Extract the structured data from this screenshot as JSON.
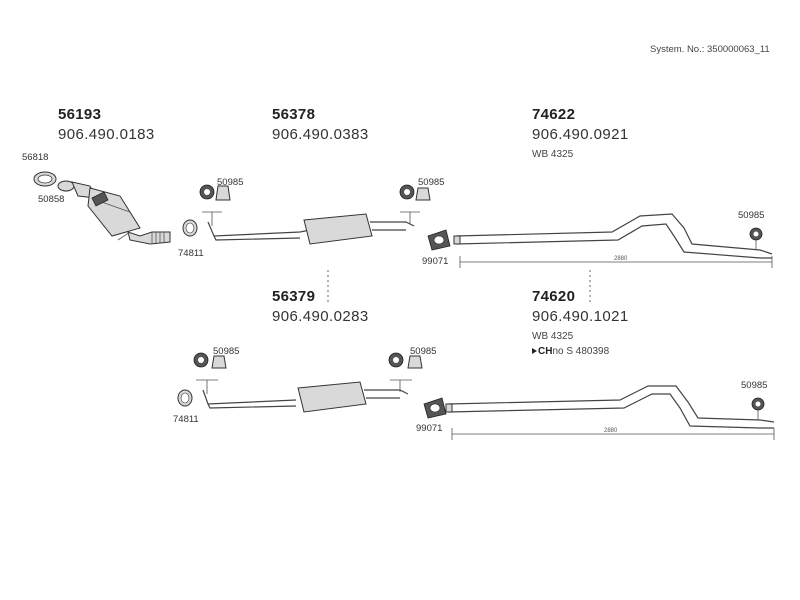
{
  "system_number": "System. No.: 350000063_11",
  "groups": [
    {
      "part": "56193",
      "ref": "906.490.0183"
    },
    {
      "part": "56378",
      "ref": "906.490.0383"
    },
    {
      "part": "74622",
      "ref": "906.490.0921",
      "note": "WB 4325"
    },
    {
      "part": "56379",
      "ref": "906.490.0283"
    },
    {
      "part": "74620",
      "ref": "906.490.1021",
      "note": "WB 4325",
      "note2_flag": "CH",
      "note2_rest": "no  S 480398"
    }
  ],
  "callouts": {
    "c56818": "56818",
    "c50858": "50858",
    "c74811_top": "74811",
    "c50985_a": "50985",
    "c50985_b": "50985",
    "c50985_c": "50985",
    "c99071_top": "99071",
    "c74811_bot": "74811",
    "c50985_d": "50985",
    "c50985_e": "50985",
    "c50985_f": "50985",
    "c99071_bot": "99071"
  },
  "dimensions": {
    "top_length": "2880",
    "bottom_length": "2880"
  }
}
